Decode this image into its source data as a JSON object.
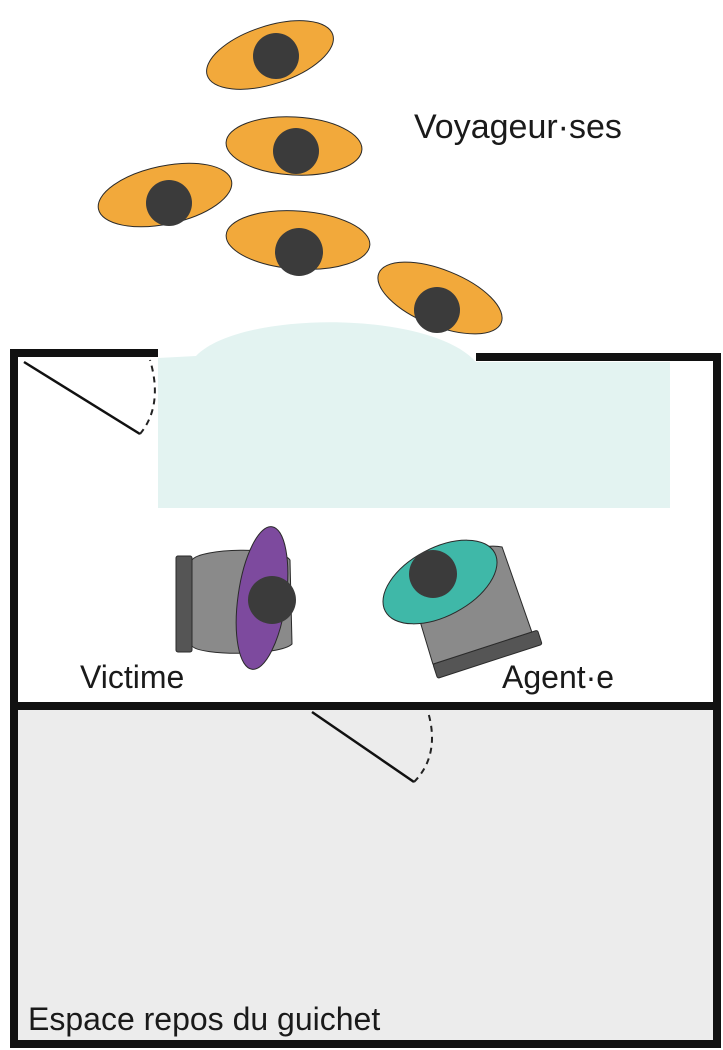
{
  "labels": {
    "travelers": "Voyageur·ses",
    "victim": "Victime",
    "agent": "Agent·e",
    "rest_area": "Espace repos du guichet"
  },
  "colors": {
    "traveler_body": "#f2a93b",
    "traveler_head": "#3b3b3b",
    "counter": "#e3f3f1",
    "victim_body": "#7d4a9e",
    "agent_body": "#3fb8a8",
    "chair": "#8a8a8a",
    "chair_back": "#5a5a5a",
    "wall": "#111111",
    "rest_floor": "#ececec"
  },
  "icons": {
    "traveler": "person-top-view-icon",
    "door": "door-swing-icon",
    "chair": "office-chair-icon"
  }
}
